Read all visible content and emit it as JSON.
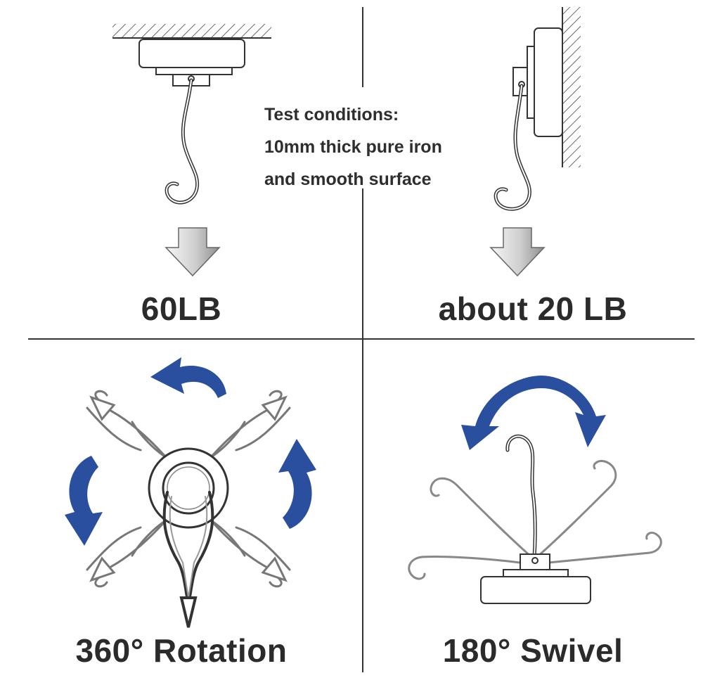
{
  "test_conditions": {
    "line1": "Test conditions:",
    "line2": "10mm thick pure iron",
    "line3": "and smooth surface"
  },
  "captions": {
    "ceiling_load": "60LB",
    "wall_load": "about 20 LB",
    "rotation": "360° Rotation",
    "swivel": "180° Swivel"
  },
  "colors": {
    "arrow_blue": "#2a4f9e",
    "line_gray": "#555555",
    "down_arrow_light": "#f4f4f4",
    "down_arrow_dark": "#9a9a9a"
  },
  "icons": {
    "ceiling_hook": "ceiling-mounted-magnetic-hook-icon",
    "wall_hook": "wall-mounted-magnetic-hook-icon",
    "down_arrow": "down-arrow-icon",
    "rotation_arrow": "curved-rotation-arrow-icon",
    "swivel_arrow": "curved-swivel-arrow-icon"
  }
}
